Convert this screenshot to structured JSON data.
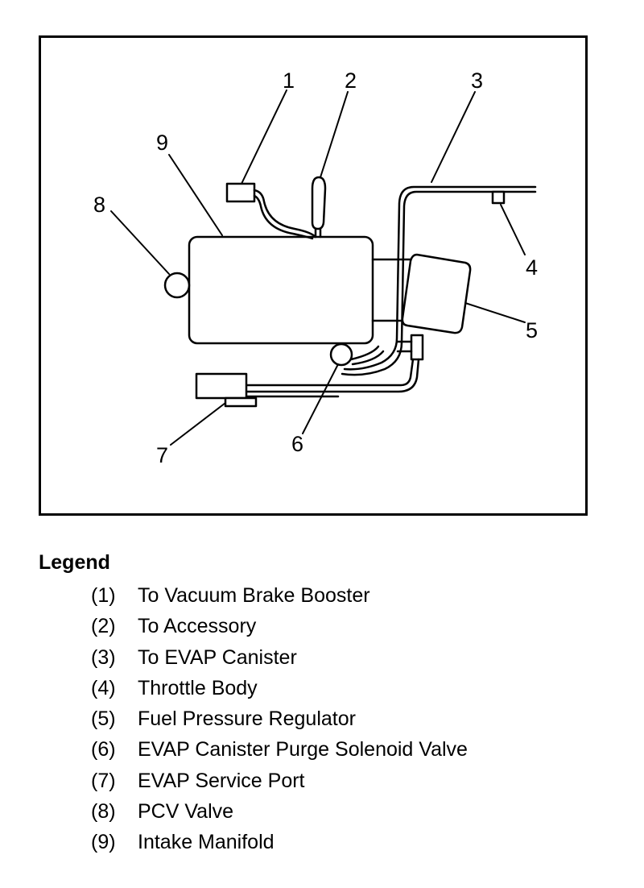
{
  "callouts": [
    "1",
    "2",
    "3",
    "4",
    "5",
    "6",
    "7",
    "8",
    "9"
  ],
  "legend": {
    "title": "Legend",
    "items": [
      {
        "num": "(1)",
        "label": "To Vacuum Brake Booster"
      },
      {
        "num": "(2)",
        "label": "To Accessory"
      },
      {
        "num": "(3)",
        "label": "To EVAP Canister"
      },
      {
        "num": "(4)",
        "label": "Throttle Body"
      },
      {
        "num": "(5)",
        "label": "Fuel Pressure Regulator"
      },
      {
        "num": "(6)",
        "label": "EVAP Canister Purge Solenoid Valve"
      },
      {
        "num": "(7)",
        "label": "EVAP Service Port"
      },
      {
        "num": "(8)",
        "label": "PCV Valve"
      },
      {
        "num": "(9)",
        "label": "Intake Manifold"
      }
    ]
  }
}
